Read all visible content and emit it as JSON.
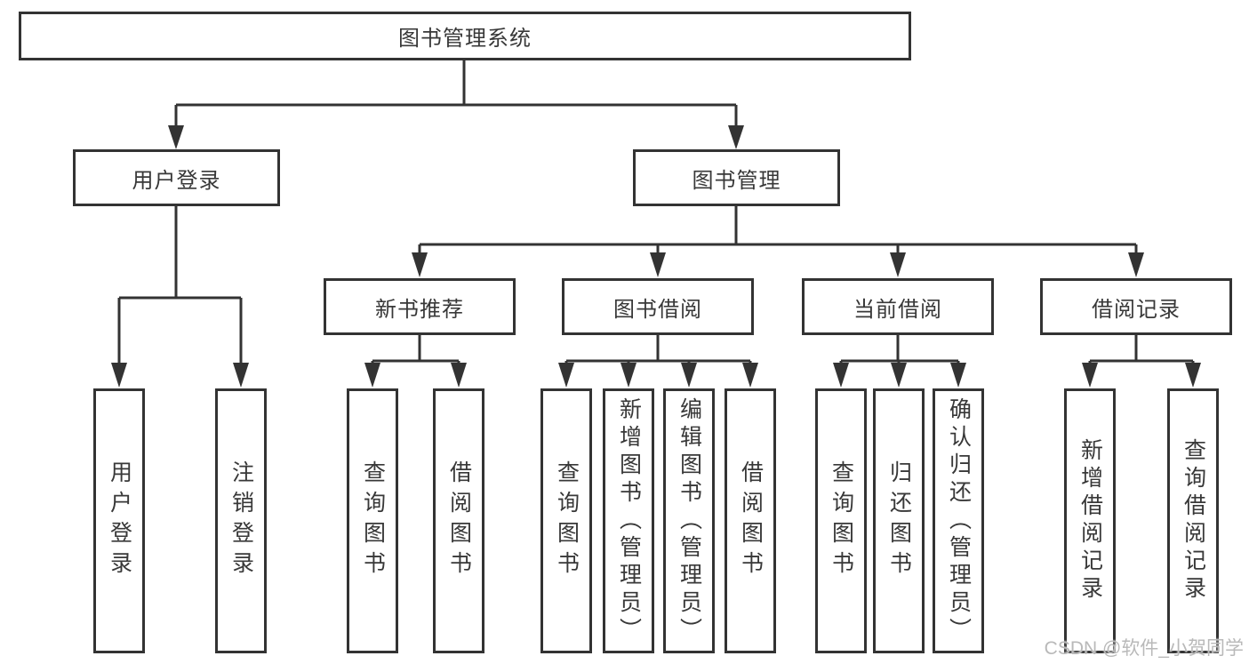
{
  "diagram": {
    "root": {
      "label": "图书管理系统"
    },
    "branches": [
      {
        "label": "用户登录",
        "children": [
          {
            "label": "用户登录"
          },
          {
            "label": "注销登录"
          }
        ]
      },
      {
        "label": "图书管理",
        "children": [
          {
            "label": "新书推荐",
            "children": [
              {
                "label": "查询图书"
              },
              {
                "label": "借阅图书"
              }
            ]
          },
          {
            "label": "图书借阅",
            "children": [
              {
                "label": "查询图书"
              },
              {
                "label": "新增图书（管理员）"
              },
              {
                "label": "编辑图书（管理员）"
              },
              {
                "label": "借阅图书"
              }
            ]
          },
          {
            "label": "当前借阅",
            "children": [
              {
                "label": "查询图书"
              },
              {
                "label": "归还图书"
              },
              {
                "label": "确认归还（管理员）"
              }
            ]
          },
          {
            "label": "借阅记录",
            "children": [
              {
                "label": "新增借阅记录"
              },
              {
                "label": "查询借阅记录"
              }
            ]
          }
        ]
      }
    ]
  },
  "watermark": {
    "text": "CSDN @软件_小贺同学"
  },
  "colors": {
    "line": "#333333",
    "box_border": "#333333",
    "text": "#383838",
    "watermark": "#b9b9b9",
    "background": "#ffffff"
  }
}
